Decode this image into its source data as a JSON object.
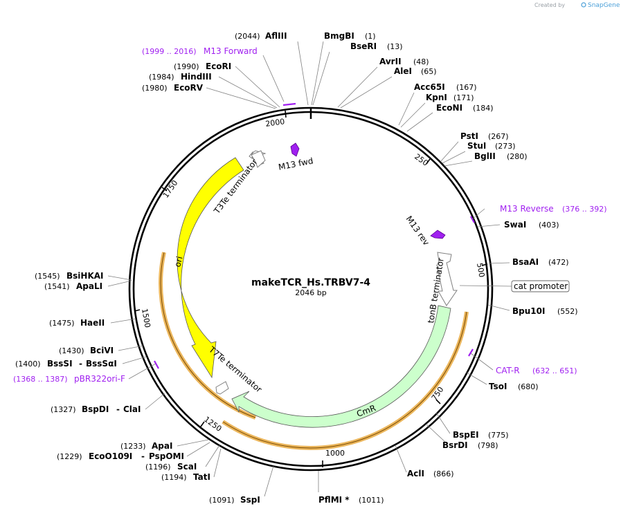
{
  "credit": {
    "created_by": "Created by",
    "brand": "SnapGene"
  },
  "plasmid": {
    "name": "makeTCR_Hs.TRBV7-4",
    "length": "2046 bp"
  },
  "ticks": [
    "250",
    "500",
    "750",
    "1000",
    "1250",
    "1500",
    "1750",
    "2000"
  ],
  "sites": [
    {
      "name": "AflIII",
      "pos": "(2044)"
    },
    {
      "name": "BmgBI",
      "pos": "(1)"
    },
    {
      "name": "BseRI",
      "pos": "(13)"
    },
    {
      "name": "AvrII",
      "pos": "(48)"
    },
    {
      "name": "AleI",
      "pos": "(65)"
    },
    {
      "name": "Acc65I",
      "pos": "(167)"
    },
    {
      "name": "KpnI",
      "pos": "(171)"
    },
    {
      "name": "EcoNI",
      "pos": "(184)"
    },
    {
      "name": "PstI",
      "pos": "(267)"
    },
    {
      "name": "StuI",
      "pos": "(273)"
    },
    {
      "name": "BglII",
      "pos": "(280)"
    },
    {
      "name": "SwaI",
      "pos": "(403)"
    },
    {
      "name": "BsaAI",
      "pos": "(472)"
    },
    {
      "name": "Bpu10I",
      "pos": "(552)"
    },
    {
      "name": "TsoI",
      "pos": "(680)"
    },
    {
      "name": "BspEI",
      "pos": "(775)"
    },
    {
      "name": "BsrDI",
      "pos": "(798)"
    },
    {
      "name": "AclI",
      "pos": "(866)"
    },
    {
      "name": "PflMI *",
      "pos": "(1011)"
    },
    {
      "name": "SspI",
      "pos": "(1091)"
    },
    {
      "name": "TatI",
      "pos": "(1194)"
    },
    {
      "name": "ScaI",
      "pos": "(1196)"
    },
    {
      "name": "EcoO109I",
      "pos": "(1229)",
      "extra": "PspOMI"
    },
    {
      "name": "ApaI",
      "pos": "(1233)"
    },
    {
      "name": "BspDI",
      "pos": "(1327)",
      "extra": "ClaI"
    },
    {
      "name": "BssSI",
      "pos": "(1400)",
      "extra": "BssSαI"
    },
    {
      "name": "BciVI",
      "pos": "(1430)"
    },
    {
      "name": "HaeII",
      "pos": "(1475)"
    },
    {
      "name": "ApaLI",
      "pos": "(1541)"
    },
    {
      "name": "BsiHKAI",
      "pos": "(1545)"
    },
    {
      "name": "EcoRV",
      "pos": "(1980)"
    },
    {
      "name": "HindIII",
      "pos": "(1984)"
    },
    {
      "name": "EcoRI",
      "pos": "(1990)"
    }
  ],
  "primers_outer": [
    {
      "name": "M13 Forward",
      "pos": "(1999 .. 2016)"
    },
    {
      "name": "M13 Reverse",
      "pos": "(376 .. 392)"
    },
    {
      "name": "CAT-R",
      "pos": "(632 .. 651)"
    },
    {
      "name": "pBR322ori-F",
      "pos": "(1368 .. 1387)"
    }
  ],
  "features": {
    "cat_promoter": "cat promoter",
    "t3te": "T3Te terminator",
    "ori": "ori",
    "t7te": "T7Te terminator",
    "cmr": "CmR",
    "tonb": "tonB terminator",
    "m13fwd": "M13 fwd",
    "m13rev": "M13 rev"
  },
  "colors": {
    "ori": "#ffff00",
    "cmr": "#ccffcc",
    "highlight": "#e8a940",
    "primer": "#a020f0",
    "arrow_outline": "#7f7f7f"
  }
}
